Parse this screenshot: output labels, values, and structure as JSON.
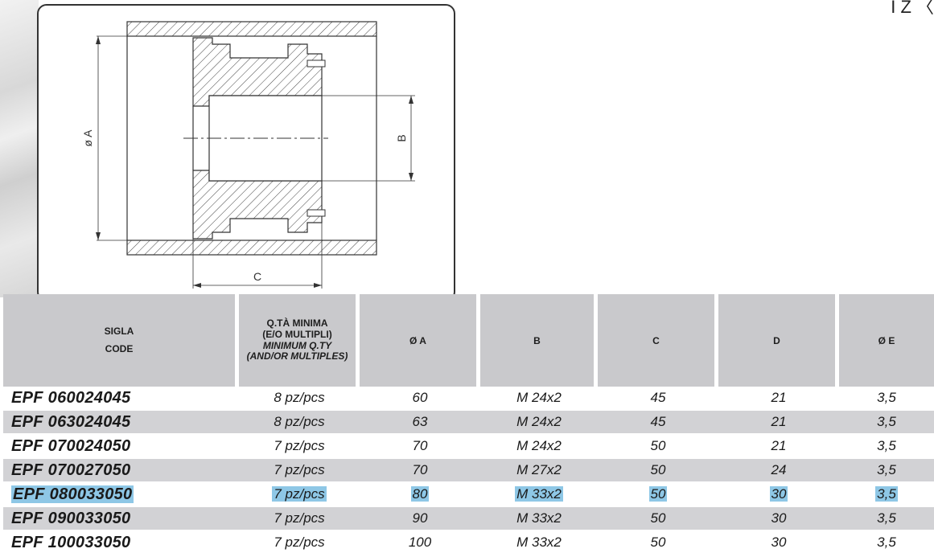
{
  "drawing": {
    "label_a": "ø A",
    "label_b": "B",
    "label_c": "C"
  },
  "corner_mark": "I Z 〈",
  "table": {
    "headers": {
      "code_it": "SIGLA",
      "code_en": "CODE",
      "qty_it_1": "Q.TÀ MINIMA",
      "qty_it_2": "(E/O MULTIPLI)",
      "qty_en_1": "MINIMUM Q.TY",
      "qty_en_2": "(AND/OR MULTIPLES)",
      "a": "Ø A",
      "b": "B",
      "c": "C",
      "d": "D",
      "e": "Ø E"
    },
    "rows": [
      {
        "code": "EPF 060024045",
        "qty": "8 pz/pcs",
        "a": "60",
        "b": "M 24x2",
        "c": "45",
        "d": "21",
        "e": "3,5"
      },
      {
        "code": "EPF 063024045",
        "qty": "8 pz/pcs",
        "a": "63",
        "b": "M 24x2",
        "c": "45",
        "d": "21",
        "e": "3,5"
      },
      {
        "code": "EPF 070024050",
        "qty": "7 pz/pcs",
        "a": "70",
        "b": "M 24x2",
        "c": "50",
        "d": "21",
        "e": "3,5"
      },
      {
        "code": "EPF 070027050",
        "qty": "7 pz/pcs",
        "a": "70",
        "b": "M 27x2",
        "c": "50",
        "d": "24",
        "e": "3,5"
      },
      {
        "code": "EPF 080033050",
        "qty": "7 pz/pcs",
        "a": "80",
        "b": "M 33x2",
        "c": "50",
        "d": "30",
        "e": "3,5"
      },
      {
        "code": "EPF 090033050",
        "qty": "7 pz/pcs",
        "a": "90",
        "b": "M 33x2",
        "c": "50",
        "d": "30",
        "e": "3,5"
      },
      {
        "code": "EPF 100033050",
        "qty": "7 pz/pcs",
        "a": "100",
        "b": "M 33x2",
        "c": "50",
        "d": "30",
        "e": "3,5"
      }
    ],
    "selected_row": 4
  },
  "colors": {
    "header_bg": "#c9c9cc",
    "stripe_bg": "#d2d2d5",
    "selection": "#8ec7e6"
  }
}
